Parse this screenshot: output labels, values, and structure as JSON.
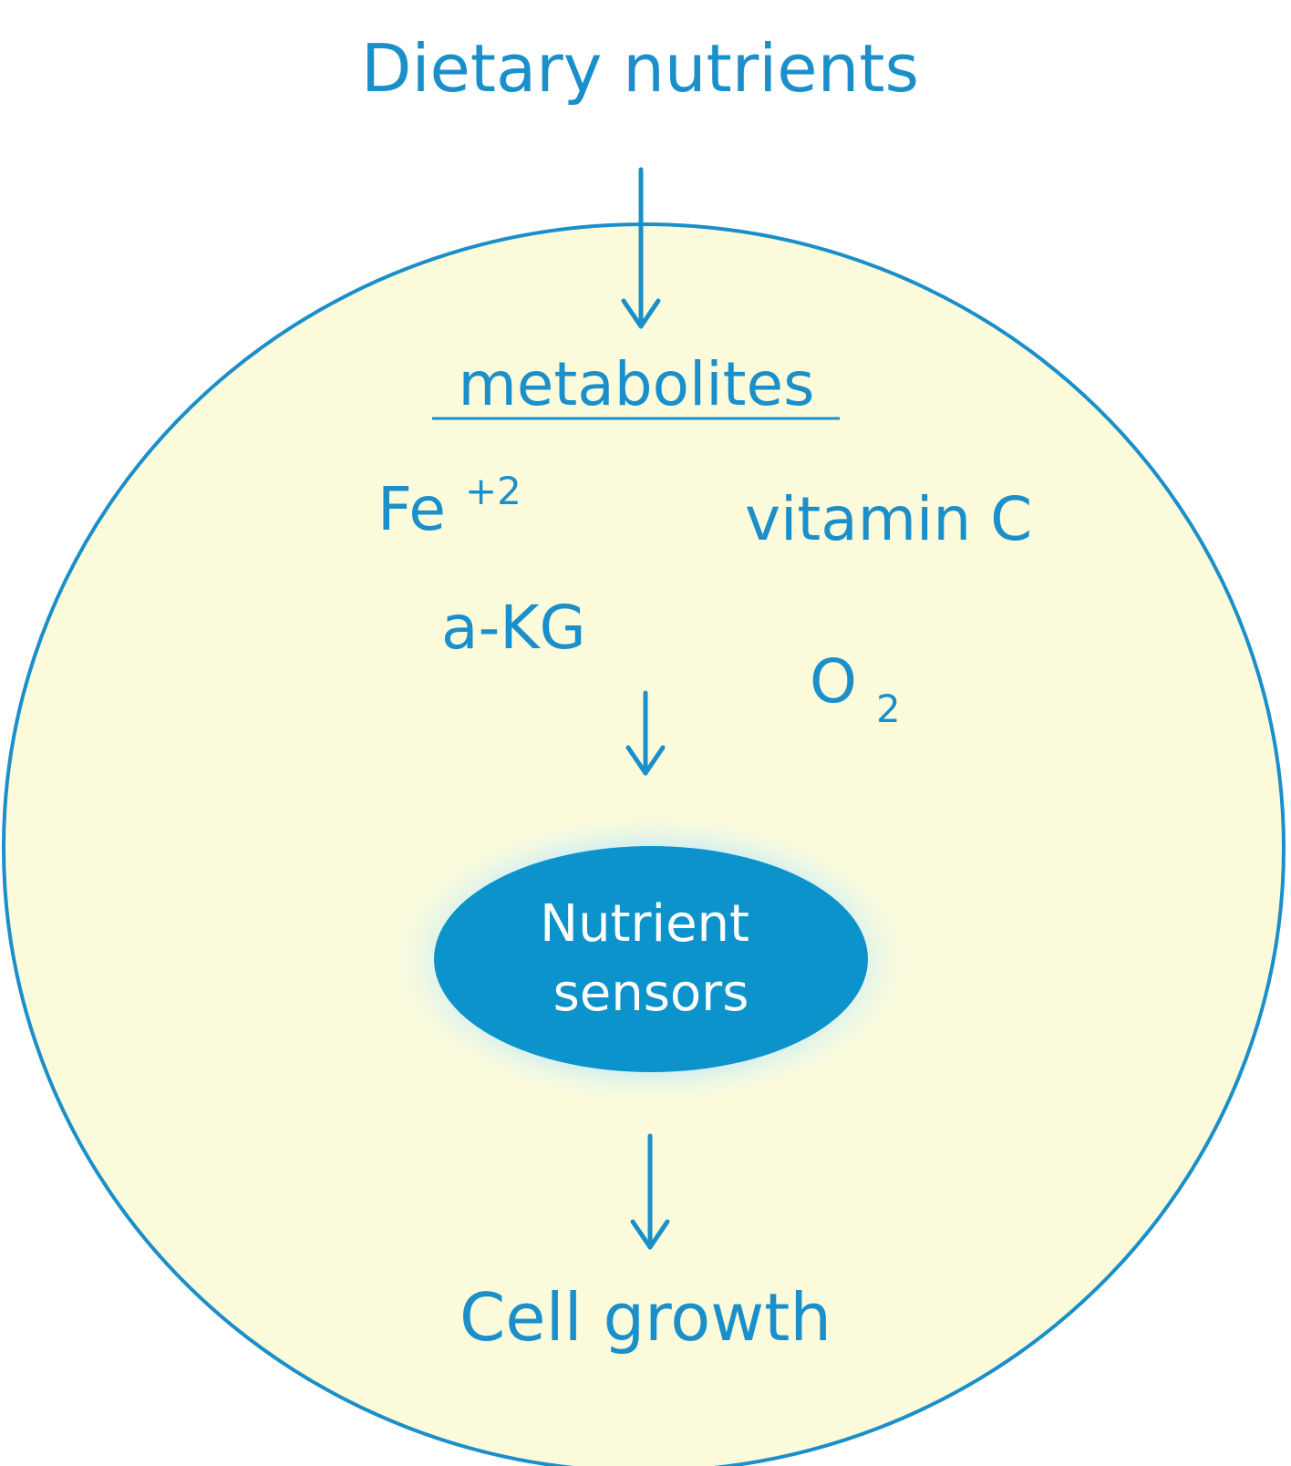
{
  "diagram": {
    "colors": {
      "accent": "#1a8fca",
      "cell_fill": "#fbfbdc",
      "sensor_fill": "#0c93cb",
      "sensor_glow": "#c7ecf8",
      "sensor_text": "#ffffff"
    },
    "nodes": {
      "dietary_nutrients": "Dietary nutrients",
      "metabolites": "metabolites",
      "iron": {
        "base": "Fe",
        "superscript": "+2"
      },
      "vitamin_c": "vitamin C",
      "alpha_kg": "a-KG",
      "oxygen": {
        "base": "O",
        "subscript": "2"
      },
      "nutrient_sensors": {
        "line1": "Nutrient",
        "line2": "sensors"
      },
      "cell_growth": "Cell growth"
    },
    "edges": [
      {
        "from": "dietary_nutrients",
        "to": "metabolites"
      },
      {
        "from": "metabolites",
        "to": "nutrient_sensors"
      },
      {
        "from": "nutrient_sensors",
        "to": "cell_growth"
      }
    ]
  }
}
